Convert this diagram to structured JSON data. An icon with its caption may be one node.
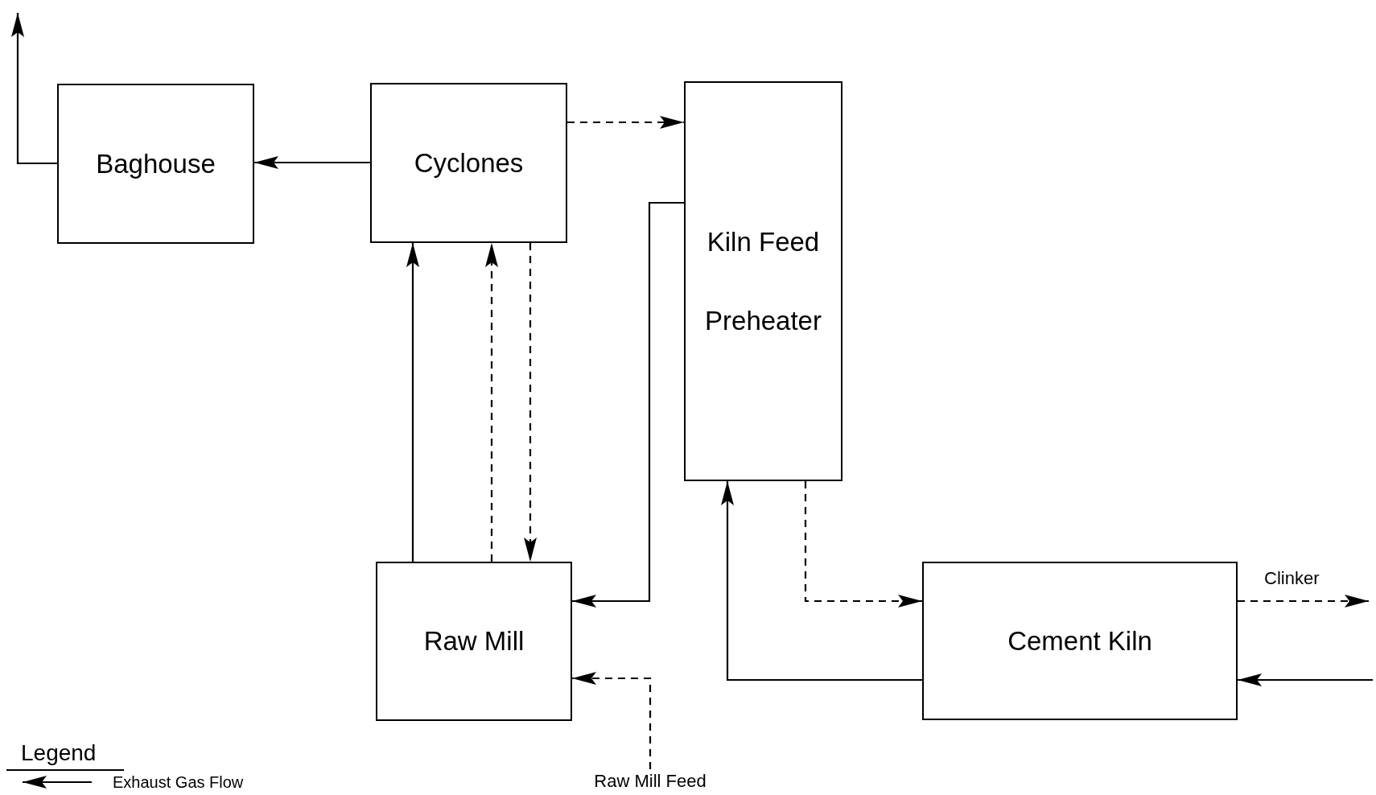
{
  "diagram": {
    "nodes": [
      {
        "text": [
          "Baghouse"
        ]
      },
      {
        "text": [
          "Cyclones"
        ]
      },
      {
        "text": [
          "Kiln Feed Preheater"
        ]
      },
      {
        "text": [
          "Raw Mill"
        ]
      },
      {
        "text": [
          "Cement Kiln"
        ]
      },
      {
        "text": [
          "Raw Mill Feed"
        ]
      }
    ],
    "edges": [
      {
        "from": 0,
        "to": null,
        "arrow": "to"
      },
      {
        "from": 1,
        "to": 0,
        "arrow": "to"
      },
      {
        "from": 1,
        "to": 2,
        "arrow": "to",
        "style": "dashed"
      },
      {
        "from": 2,
        "to": 3,
        "arrow": "to"
      },
      {
        "from": 3,
        "to": 1,
        "arrow": "to"
      },
      {
        "from": 3,
        "to": 1,
        "arrow": "to",
        "style": "dashed"
      },
      {
        "from": 1,
        "to": 3,
        "arrow": "to",
        "style": "dashed"
      },
      {
        "from": 5,
        "to": 3,
        "arrow": "to",
        "style": "dashed"
      },
      {
        "from": 2,
        "to": 4,
        "arrow": "to",
        "style": "dashed"
      },
      {
        "from": 4,
        "to": 2,
        "arrow": "to"
      },
      {
        "from": 4,
        "to": null,
        "arrow": "to",
        "style": "dashed",
        "label": "Clinker"
      },
      {
        "from": null,
        "to": 4,
        "arrow": "to"
      }
    ],
    "labels": [
      "Legend"
    ],
    "legend": [
      {
        "text": "Exhaust Gas Flow"
      }
    ]
  }
}
